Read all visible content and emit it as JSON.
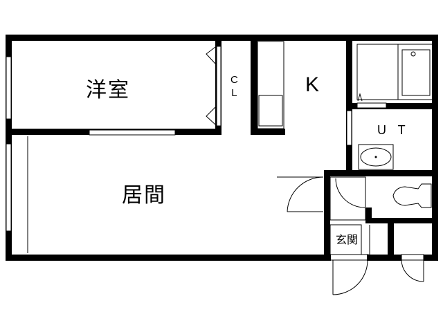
{
  "floorplan": {
    "rooms": {
      "western_room": "洋室",
      "closet_line1": "C",
      "closet_line2": "L",
      "kitchen": "K",
      "utility": "U T",
      "living_room": "居間",
      "entrance": "玄関"
    },
    "colors": {
      "wall": "#000000",
      "background": "#ffffff"
    }
  }
}
